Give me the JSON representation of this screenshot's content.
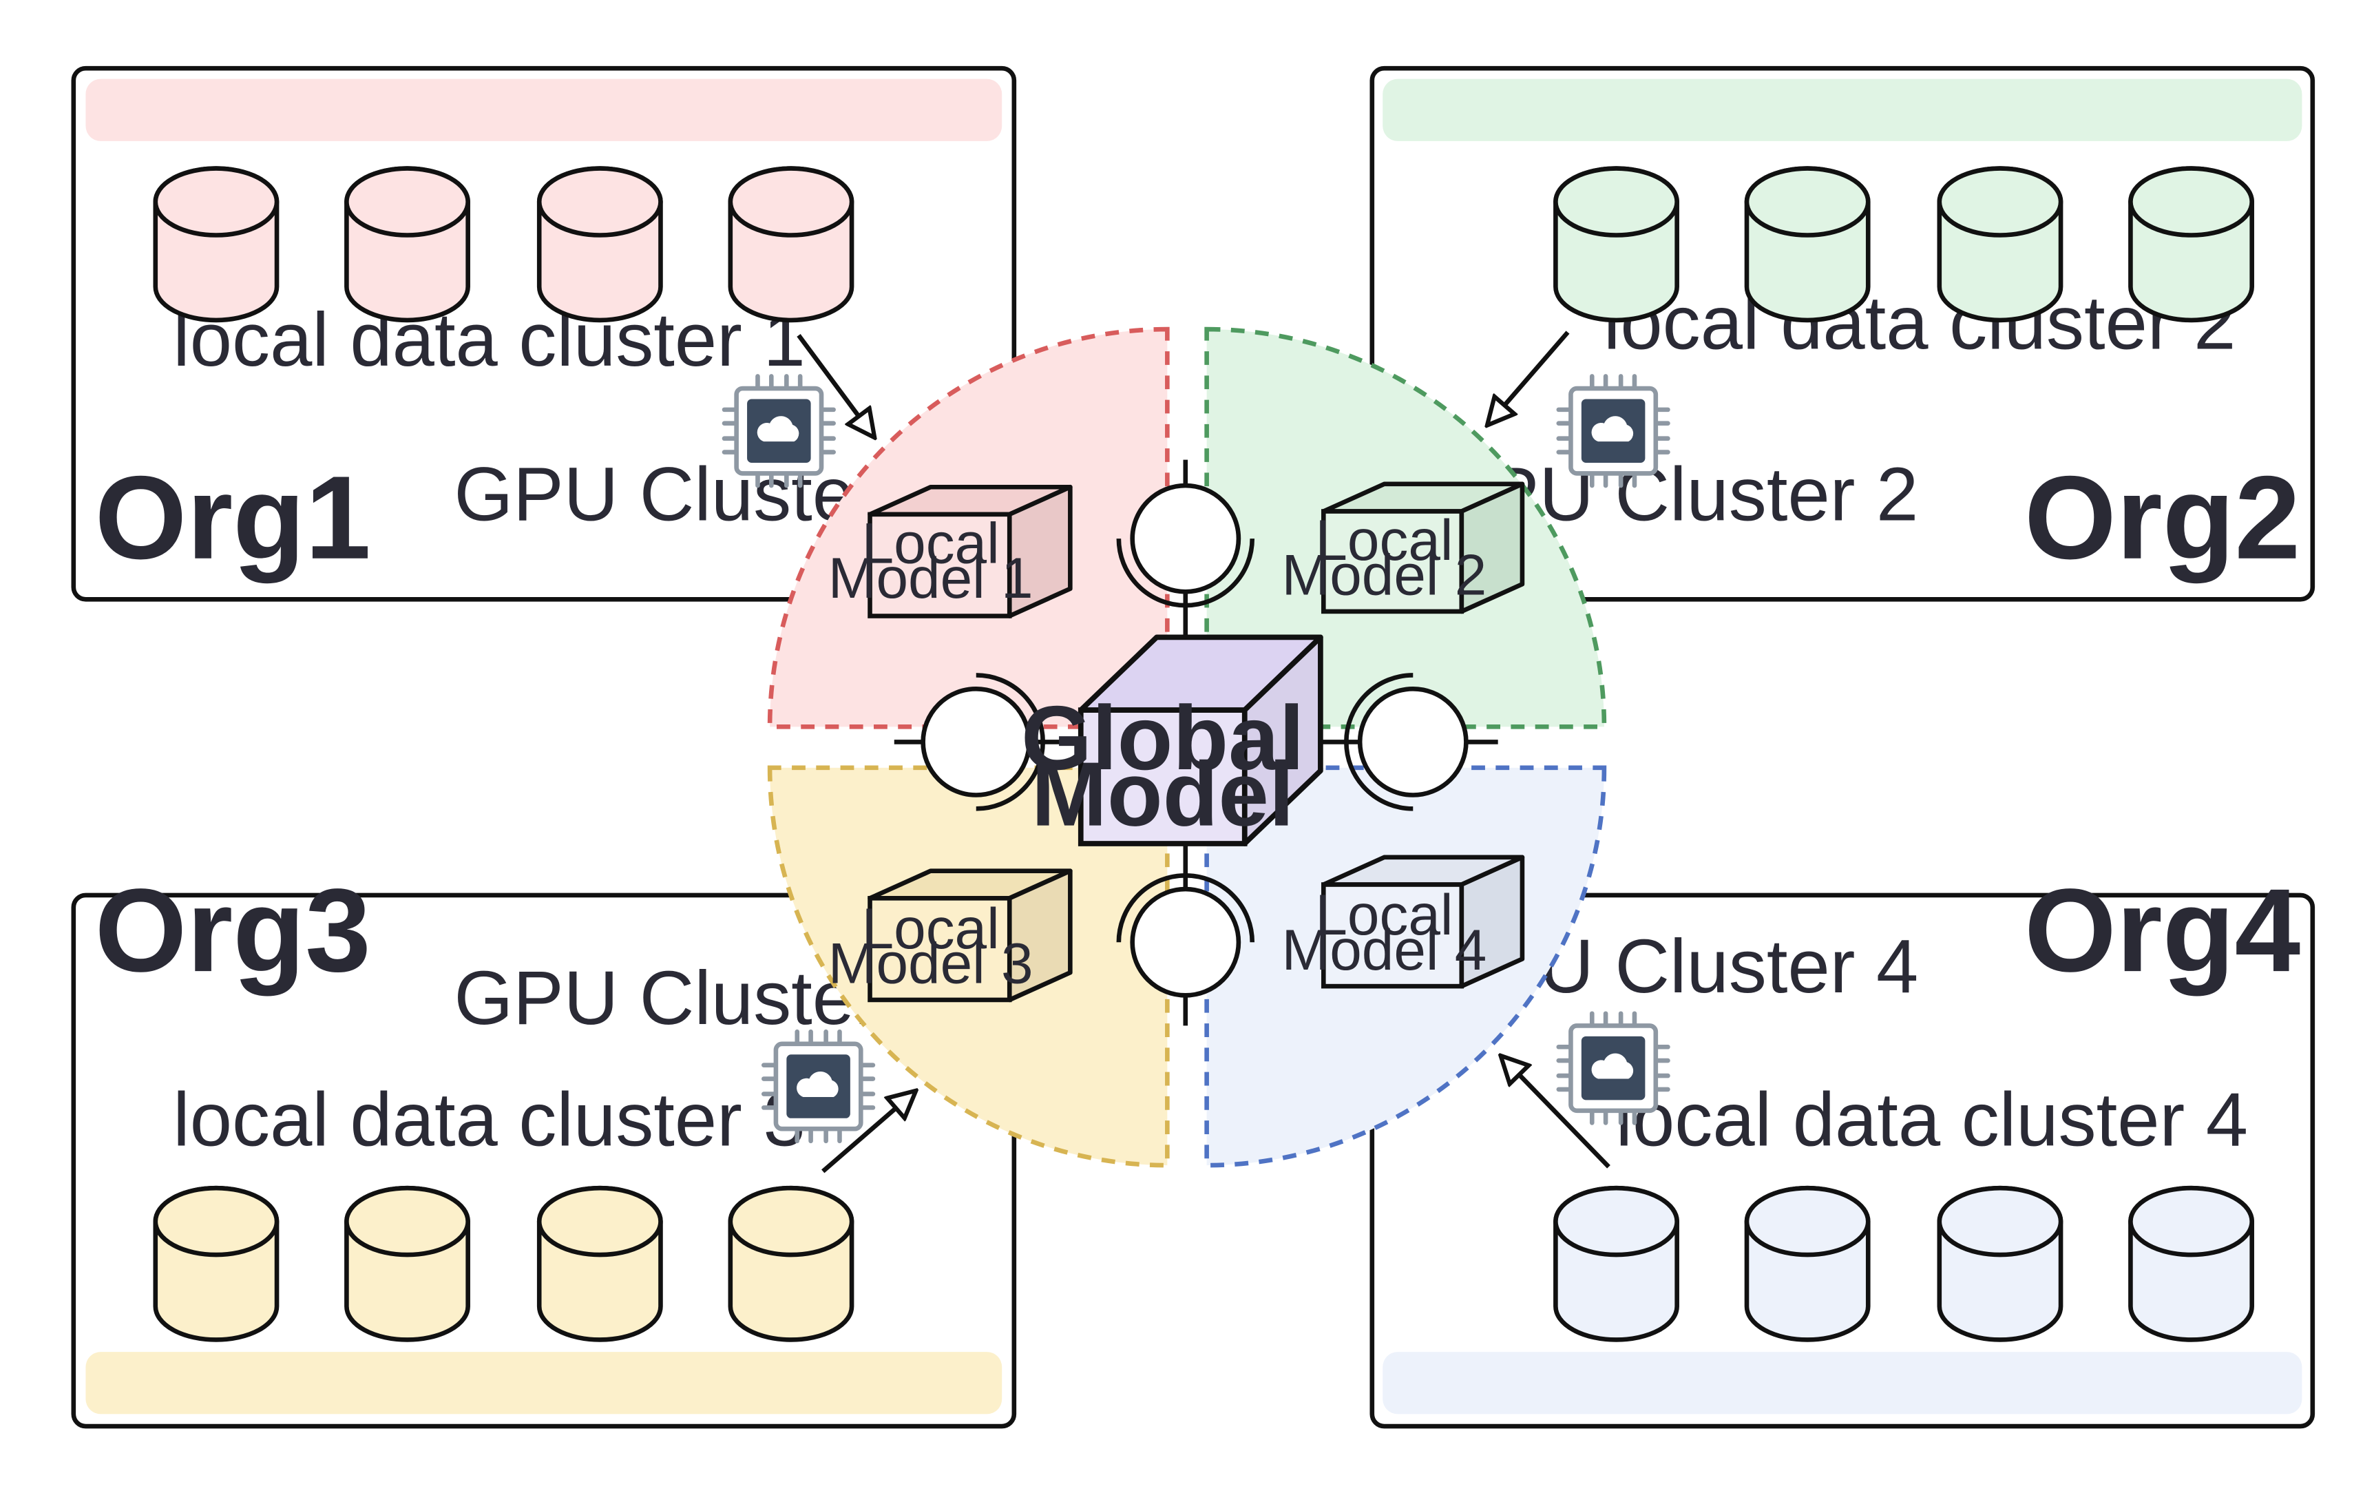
{
  "orgs": [
    {
      "name": "Org1",
      "data_cluster": "local data cluster 1",
      "gpu_cluster": "GPU Cluster 1",
      "model_line1": "Local",
      "model_line2": "Model 1",
      "fill": "#fde3e3",
      "stroke": "#d85c5c",
      "front": "#fbe3e3",
      "side": "#e9c8c8",
      "top": "#f3d0d0"
    },
    {
      "name": "Org2",
      "data_cluster": "local data cluster 2",
      "gpu_cluster": "GPU Cluster 2",
      "model_line1": "Local",
      "model_line2": "Model 2",
      "fill": "#e0f4e4",
      "stroke": "#4e9a5f",
      "front": "#e3f4e6",
      "side": "#c8e0cd",
      "top": "#d3ead7"
    },
    {
      "name": "Org3",
      "data_cluster": "local data cluster 3",
      "gpu_cluster": "GPU Cluster 3",
      "model_line1": "Local",
      "model_line2": "Model 3",
      "fill": "#fcf0cb",
      "stroke": "#d7b452",
      "front": "#fcefcb",
      "side": "#eadbb4",
      "top": "#f1e2b6"
    },
    {
      "name": "Org4",
      "data_cluster": "local data cluster 4",
      "gpu_cluster": "GPU Cluster 4",
      "model_line1": "Local",
      "model_line2": "Model 4",
      "fill": "#edf2fb",
      "stroke": "#4f73c4",
      "front": "#eef2fa",
      "side": "#d7dde8",
      "top": "#e1e6f0"
    }
  ],
  "global_model": {
    "line1": "Global",
    "line2": "Model",
    "front": "#e9e3f7",
    "side": "#d7d0ea",
    "top": "#dcd3f2"
  },
  "icons": {
    "gpu": "gpu-chip-cloud-icon",
    "database": "database-icon",
    "connector": "ball-socket-connector-icon",
    "arrow": "arrow-icon"
  }
}
